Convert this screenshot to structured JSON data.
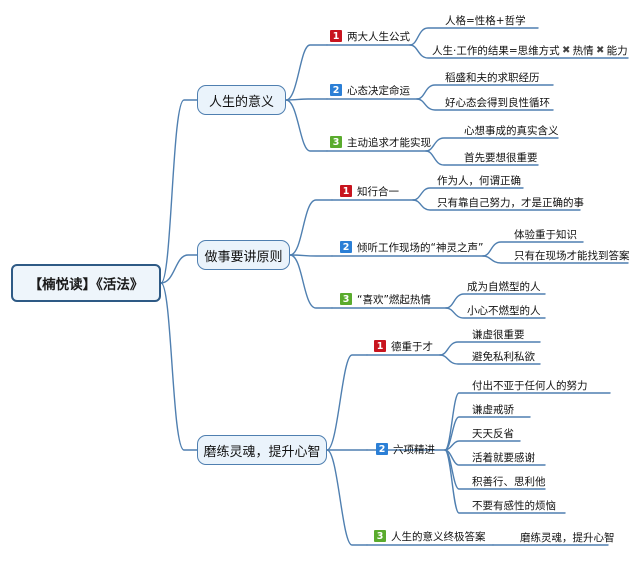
{
  "root": {
    "label": "【楠悦读】《活法》"
  },
  "branches": [
    {
      "label": "人生的意义",
      "children": [
        {
          "num": "1",
          "label": "两大人生公式",
          "leaves": [
            "人格=性格+哲学",
            "人生·工作的结果=思维方式",
            "热情",
            "能力"
          ]
        },
        {
          "num": "2",
          "label": "心态决定命运",
          "leaves": [
            "稻盛和夫的求职经历",
            "好心态会得到良性循环"
          ]
        },
        {
          "num": "3",
          "label": "主动追求才能实现",
          "leaves": [
            "心想事成的真实含义",
            "首先要想很重要"
          ]
        }
      ]
    },
    {
      "label": "做事要讲原则",
      "children": [
        {
          "num": "1",
          "label": "知行合一",
          "leaves": [
            "作为人，何谓正确",
            "只有靠自己努力，才是正确的事"
          ]
        },
        {
          "num": "2",
          "label": "倾听工作现场的“神灵之声”",
          "leaves": [
            "体验重于知识",
            "只有在现场才能找到答案"
          ]
        },
        {
          "num": "3",
          "label": "“喜欢”燃起热情",
          "leaves": [
            "成为自燃型的人",
            "小心不燃型的人"
          ]
        }
      ]
    },
    {
      "label": "磨练灵魂，提升心智",
      "children": [
        {
          "num": "1",
          "label": "德重于才",
          "leaves": [
            "谦虚很重要",
            "避免私利私欲"
          ]
        },
        {
          "num": "2",
          "label": "六项精进",
          "leaves": [
            "付出不亚于任何人的努力",
            "谦虚戒骄",
            "天天反省",
            "活着就要感谢",
            "积善行、思利他",
            "不要有感性的烦恼"
          ]
        },
        {
          "num": "3",
          "label": "人生的意义终极答案",
          "leaves": [
            "磨练灵魂，提升心智"
          ]
        }
      ]
    }
  ],
  "colors": {
    "badge1": "#c8141e",
    "badge2": "#2b7fd6",
    "badge3": "#5aab2d",
    "line": "#4f7fb0"
  }
}
